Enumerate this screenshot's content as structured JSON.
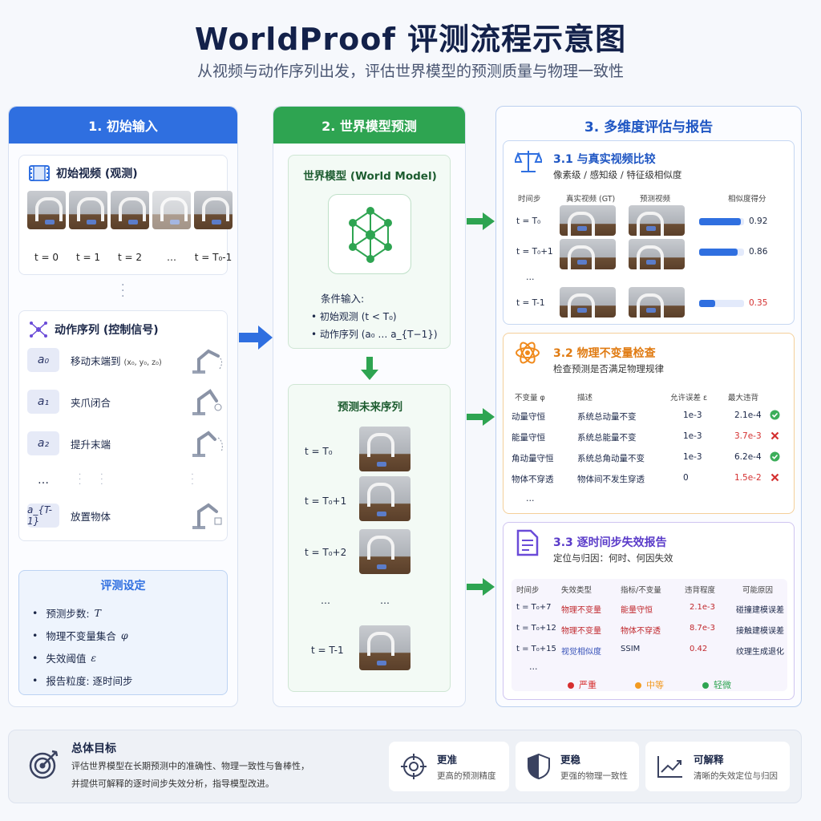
{
  "title": "WorldProof 评测流程示意图",
  "subtitle": "从视频与动作序列出发，评估世界模型的预测质量与物理一致性",
  "col1": {
    "header": "1. 初始输入",
    "video_title": "初始视频 (观测)",
    "frame_labels": [
      "t = 0",
      "t = 1",
      "t = 2",
      "…",
      "t = T₀-1"
    ],
    "action_title": "动作序列 (控制信号)",
    "actions": [
      {
        "chip": "a₀",
        "desc": "移动末端到",
        "coords": "(x₀, y₀, z₀)"
      },
      {
        "chip": "a₁",
        "desc": "夹爪闭合",
        "coords": ""
      },
      {
        "chip": "a₂",
        "desc": "提升末端",
        "coords": ""
      },
      {
        "chip": "…",
        "desc": "",
        "coords": ""
      },
      {
        "chip": "a_{T-1}",
        "desc": "放置物体",
        "coords": ""
      }
    ],
    "settings_title": "评测设定",
    "settings": [
      {
        "label": "预测步数:",
        "sym": "T"
      },
      {
        "label": "物理不变量集合",
        "sym": "φ"
      },
      {
        "label": "失效阈值",
        "sym": "ε"
      },
      {
        "label": "报告粒度: 逐时间步",
        "sym": ""
      }
    ]
  },
  "col2": {
    "header": "2. 世界模型预测",
    "model_title": "世界模型 (World Model)",
    "cond_title": "条件输入:",
    "cond_items": [
      "初始观测 (t < T₀)",
      "动作序列 (a₀ … a_{T−1})"
    ],
    "pred_title": "预测未来序列",
    "pred_labels": [
      "t = T₀",
      "t = T₀+1",
      "t = T₀+2",
      "…",
      "t = T-1"
    ],
    "pred_dots": "…"
  },
  "col3": {
    "header": "3. 多维度评估与报告",
    "s1": {
      "title": "3.1 与真实视频比较",
      "sub": "像素级 / 感知级 / 特征级相似度",
      "cols": [
        "时间步",
        "真实视频 (GT)",
        "预测视频",
        "相似度得分"
      ],
      "rows": [
        {
          "t": "t = T₀",
          "score": "0.92",
          "bar": 0.92,
          "color": "#1b2748"
        },
        {
          "t": "t = T₀+1",
          "score": "0.86",
          "bar": 0.86,
          "color": "#1b2748"
        },
        {
          "t": "t = T-1",
          "score": "0.35",
          "bar": 0.35,
          "color": "#d43030"
        }
      ],
      "ellipsis": "…"
    },
    "s2": {
      "title": "3.2 物理不变量检查",
      "sub": "检查预测是否满足物理规律",
      "cols": [
        "不变量 φ",
        "描述",
        "允许误差 ε",
        "最大违背"
      ],
      "rows": [
        {
          "name": "动量守恒",
          "desc": "系统总动量不变",
          "eps": "1e-3",
          "max": "2.1e-4",
          "ok": true
        },
        {
          "name": "能量守恒",
          "desc": "系统总能量不变",
          "eps": "1e-3",
          "max": "3.7e-3",
          "ok": false
        },
        {
          "name": "角动量守恒",
          "desc": "系统总角动量不变",
          "eps": "1e-3",
          "max": "6.2e-4",
          "ok": true
        },
        {
          "name": "物体不穿透",
          "desc": "物体间不发生穿透",
          "eps": "0",
          "max": "1.5e-2",
          "ok": false
        }
      ],
      "ellipsis": "…"
    },
    "s3": {
      "title": "3.3 逐时间步失效报告",
      "sub": "定位与归因：何时、何因失效",
      "cols": [
        "时间步",
        "失效类型",
        "指标/不变量",
        "违背程度",
        "可能原因"
      ],
      "rows": [
        {
          "t": "t = T₀+7",
          "type": "物理不变量",
          "metric": "能量守恒",
          "deg": "2.1e-3",
          "cause": "碰撞建模误差",
          "typeColor": "#c0282d",
          "metricColor": "#c0282d"
        },
        {
          "t": "t = T₀+12",
          "type": "物理不变量",
          "metric": "物体不穿透",
          "deg": "8.7e-3",
          "cause": "接触建模误差",
          "typeColor": "#c0282d",
          "metricColor": "#c0282d"
        },
        {
          "t": "t = T₀+15",
          "type": "视觉相似度",
          "metric": "SSIM",
          "deg": "0.42",
          "cause": "纹理生成退化",
          "typeColor": "#3550b8",
          "metricColor": "#1b2748"
        }
      ],
      "ellipsis": "…",
      "legend": [
        {
          "label": "严重",
          "color": "#d62f2f"
        },
        {
          "label": "中等",
          "color": "#f29a21"
        },
        {
          "label": "轻微",
          "color": "#2ea451"
        }
      ]
    }
  },
  "footer": {
    "title": "总体目标",
    "line1": "评估世界模型在长期预测中的准确性、物理一致性与鲁棒性，",
    "line2": "并提供可解释的逐时间步失效分析，指导模型改进。",
    "pills": [
      {
        "title": "更准",
        "sub": "更高的预测精度"
      },
      {
        "title": "更稳",
        "sub": "更强的物理一致性"
      },
      {
        "title": "可解释",
        "sub": "清晰的失效定位与归因"
      }
    ]
  }
}
